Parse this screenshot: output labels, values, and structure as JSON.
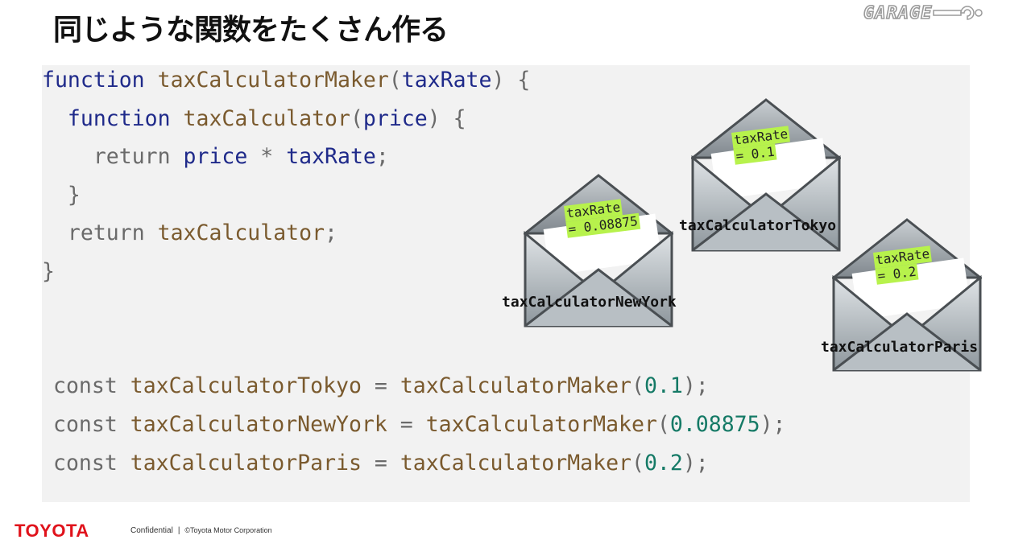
{
  "slide": {
    "title": "同じような関数をたくさん作る",
    "logo_text": "GARAGE"
  },
  "code_top": {
    "line1": {
      "kw": "function",
      "fn": "taxCalculatorMaker",
      "p_open": "(",
      "param": "taxRate",
      "p_close": ") {"
    },
    "line2": {
      "indent": "  ",
      "kw": "function",
      "fn": "taxCalculator",
      "p_open": "(",
      "param": "price",
      "p_close": ") {"
    },
    "line3": {
      "indent": "    ",
      "kw": "return",
      "a": "price",
      "op": " * ",
      "b": "taxRate",
      "end": ";"
    },
    "line4": {
      "text": "  }"
    },
    "line5": {
      "indent": "  ",
      "kw": "return",
      "fn": "taxCalculator",
      "end": ";"
    },
    "line6": {
      "text": "}"
    }
  },
  "code_bottom": [
    {
      "kw": "const",
      "var": "taxCalculatorTokyo",
      "eq": " = ",
      "fn": "taxCalculatorMaker",
      "open": "(",
      "num": "0.1",
      "close": ");"
    },
    {
      "kw": "const",
      "var": "taxCalculatorNewYork",
      "eq": " = ",
      "fn": "taxCalculatorMaker",
      "open": "(",
      "num": "0.08875",
      "close": ");"
    },
    {
      "kw": "const",
      "var": "taxCalculatorParis",
      "eq": " = ",
      "fn": "taxCalculatorMaker",
      "open": "(",
      "num": "0.2",
      "close": ");"
    }
  ],
  "envelopes": {
    "newyork": {
      "note_line1": "taxRate",
      "note_line2": "= 0.08875",
      "label": "taxCalculatorNewYork"
    },
    "tokyo": {
      "note_line1": "taxRate",
      "note_line2": "= 0.1",
      "label": "taxCalculatorTokyo"
    },
    "paris": {
      "note_line1": "taxRate",
      "note_line2": "= 0.2",
      "label": "taxCalculatorParis"
    }
  },
  "footer": {
    "brand": "TOYOTA",
    "confidential": "Confidential",
    "separator": "|",
    "copyright": "©Toyota Motor Corporation"
  },
  "colors": {
    "keyword": "#1f2a8a",
    "function_name": "#7a5a2e",
    "number": "#157a66",
    "note_highlight": "#b7f24c",
    "brand_red": "#e0121b"
  }
}
